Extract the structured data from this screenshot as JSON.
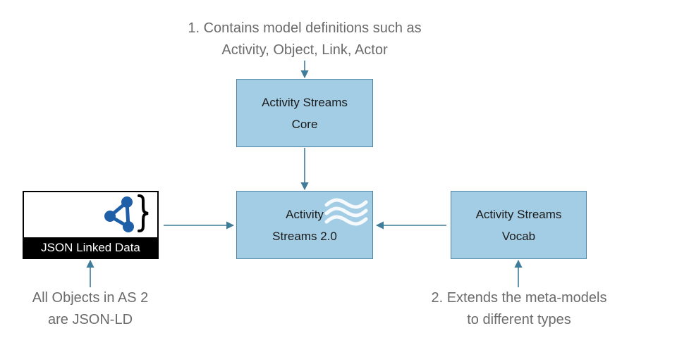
{
  "notes": {
    "top": [
      "1. Contains model definitions such as",
      "Activity, Object, Link, Actor"
    ],
    "bottom_left": [
      "All Objects in AS 2",
      "are JSON-LD"
    ],
    "bottom_right": [
      "2. Extends the meta-models",
      "to different types"
    ]
  },
  "boxes": {
    "core": [
      "Activity Streams",
      "Core"
    ],
    "as2": [
      "Activity",
      "Streams 2.0"
    ],
    "vocab": [
      "Activity Streams",
      "Vocab"
    ]
  },
  "jsonld": {
    "label": "JSON Linked Data",
    "icon": "json-ld-logo-icon"
  },
  "as2_icon": "activity-streams-waves-icon",
  "colors": {
    "box_fill": "#a3cde4",
    "box_border": "#4d87a5",
    "arrow": "#3f7c9a",
    "note_text": "#6b6b6b",
    "jsonld_blue": "#1e5fa8"
  }
}
